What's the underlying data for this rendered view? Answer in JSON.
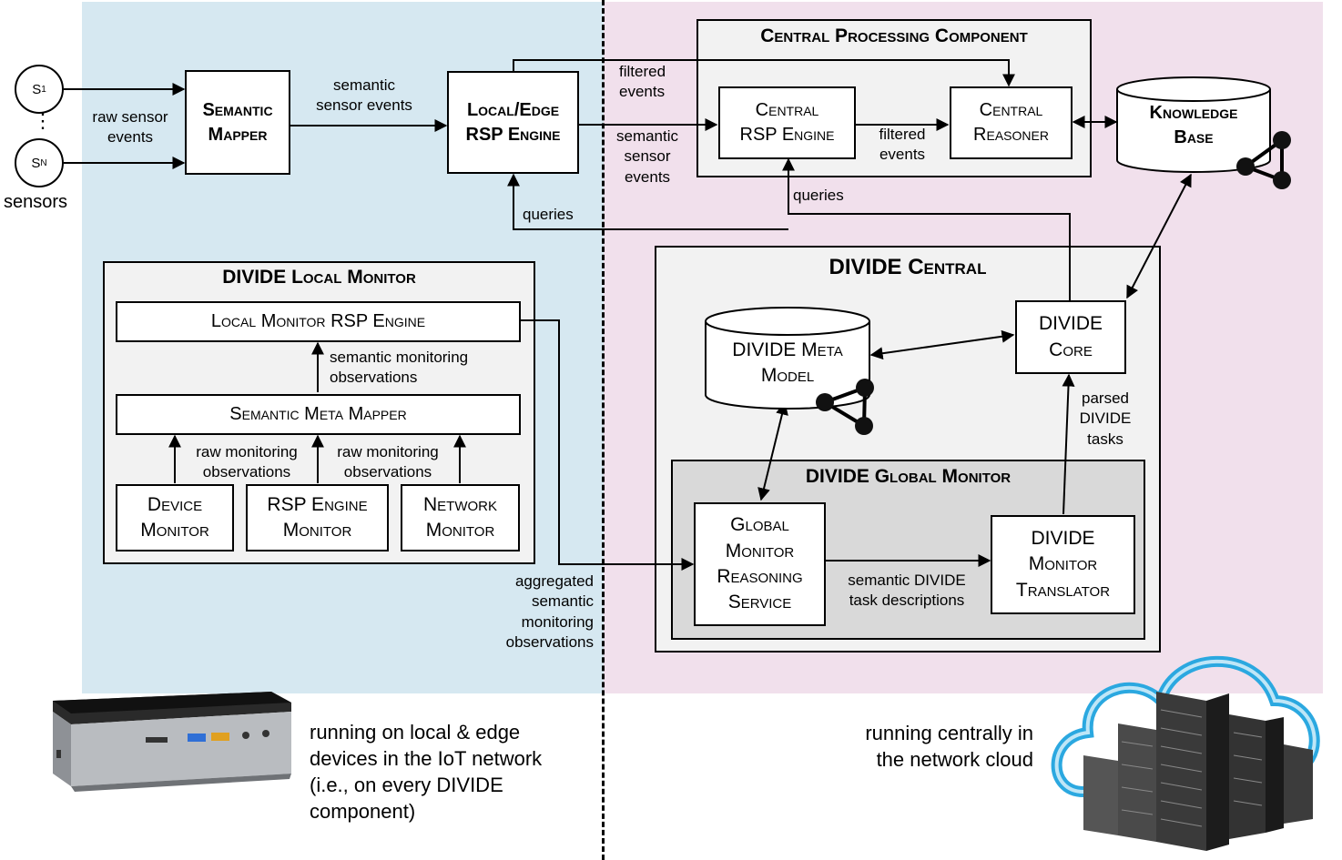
{
  "sensors": {
    "s1_main": "S",
    "s1_sub": "1",
    "sN_main": "S",
    "sN_sub": "N",
    "dots": "⋮",
    "caption": "sensors"
  },
  "nodes": {
    "semantic_mapper": [
      "Semantic",
      "Mapper"
    ],
    "local_edge_engine": [
      "Local/Edge",
      "RSP Engine"
    ],
    "central_rsp_engine": [
      "Central",
      "RSP Engine"
    ],
    "central_reasoner": [
      "Central",
      "Reasoner"
    ],
    "knowledge_base": [
      "Knowledge",
      "Base"
    ],
    "local_monitor_engine": "Local Monitor RSP Engine",
    "semantic_meta_mapper": "Semantic Meta Mapper",
    "device_monitor": [
      "Device",
      "Monitor"
    ],
    "rsp_engine_monitor": [
      "RSP Engine",
      "Monitor"
    ],
    "network_monitor": [
      "Network",
      "Monitor"
    ],
    "divide_meta_model": [
      "DIVIDE Meta",
      "Model"
    ],
    "divide_core": [
      "DIVIDE",
      "Core"
    ],
    "global_monitor_reasoning": [
      "Global",
      "Monitor",
      "Reasoning",
      "Service"
    ],
    "divide_monitor_translator": [
      "DIVIDE",
      "Monitor",
      "Translator"
    ]
  },
  "groups": {
    "central_processing": "Central Processing Component",
    "local_monitor": "DIVIDE Local Monitor",
    "divide_central": "DIVIDE Central",
    "global_monitor": "DIVIDE Global Monitor"
  },
  "edge_labels": {
    "raw_sensor_events": [
      "raw sensor",
      "events"
    ],
    "semantic_sensor_events_1": [
      "semantic",
      "sensor events"
    ],
    "filtered_events_top": [
      "filtered",
      "events"
    ],
    "semantic_sensor_events_2": [
      "semantic",
      "sensor",
      "events"
    ],
    "filtered_events_mid": [
      "filtered",
      "events"
    ],
    "queries_central": "queries",
    "queries_local": "queries",
    "semantic_monitoring_obs": [
      "semantic monitoring",
      "observations"
    ],
    "raw_monitoring_obs_1": [
      "raw monitoring",
      "observations"
    ],
    "raw_monitoring_obs_2": [
      "raw monitoring",
      "observations"
    ],
    "aggregated_obs": [
      "aggregated",
      "semantic",
      "monitoring",
      "observations"
    ],
    "parsed_tasks": [
      "parsed",
      "DIVIDE",
      "tasks"
    ],
    "semantic_task_desc": [
      "semantic DIVIDE",
      "task descriptions"
    ]
  },
  "captions": {
    "local": [
      "running on local & edge",
      "devices in the IoT network",
      "(i.e., on every DIVIDE",
      "component)"
    ],
    "central": [
      "running centrally in",
      "the network cloud"
    ]
  },
  "colors": {
    "local_zone": "#d6e8f1",
    "central_zone": "#f1e0ec",
    "group_bg": "#f2f2f2",
    "global_monitor_bg": "#d9d9d9"
  }
}
